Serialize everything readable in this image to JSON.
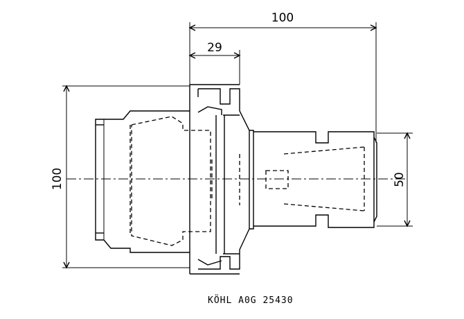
{
  "dimensions": {
    "overall_length": "100",
    "flange_offset": "29",
    "body_diameter": "100",
    "shank_diameter": "50"
  },
  "caption": "KÖHL   A0G 25430"
}
